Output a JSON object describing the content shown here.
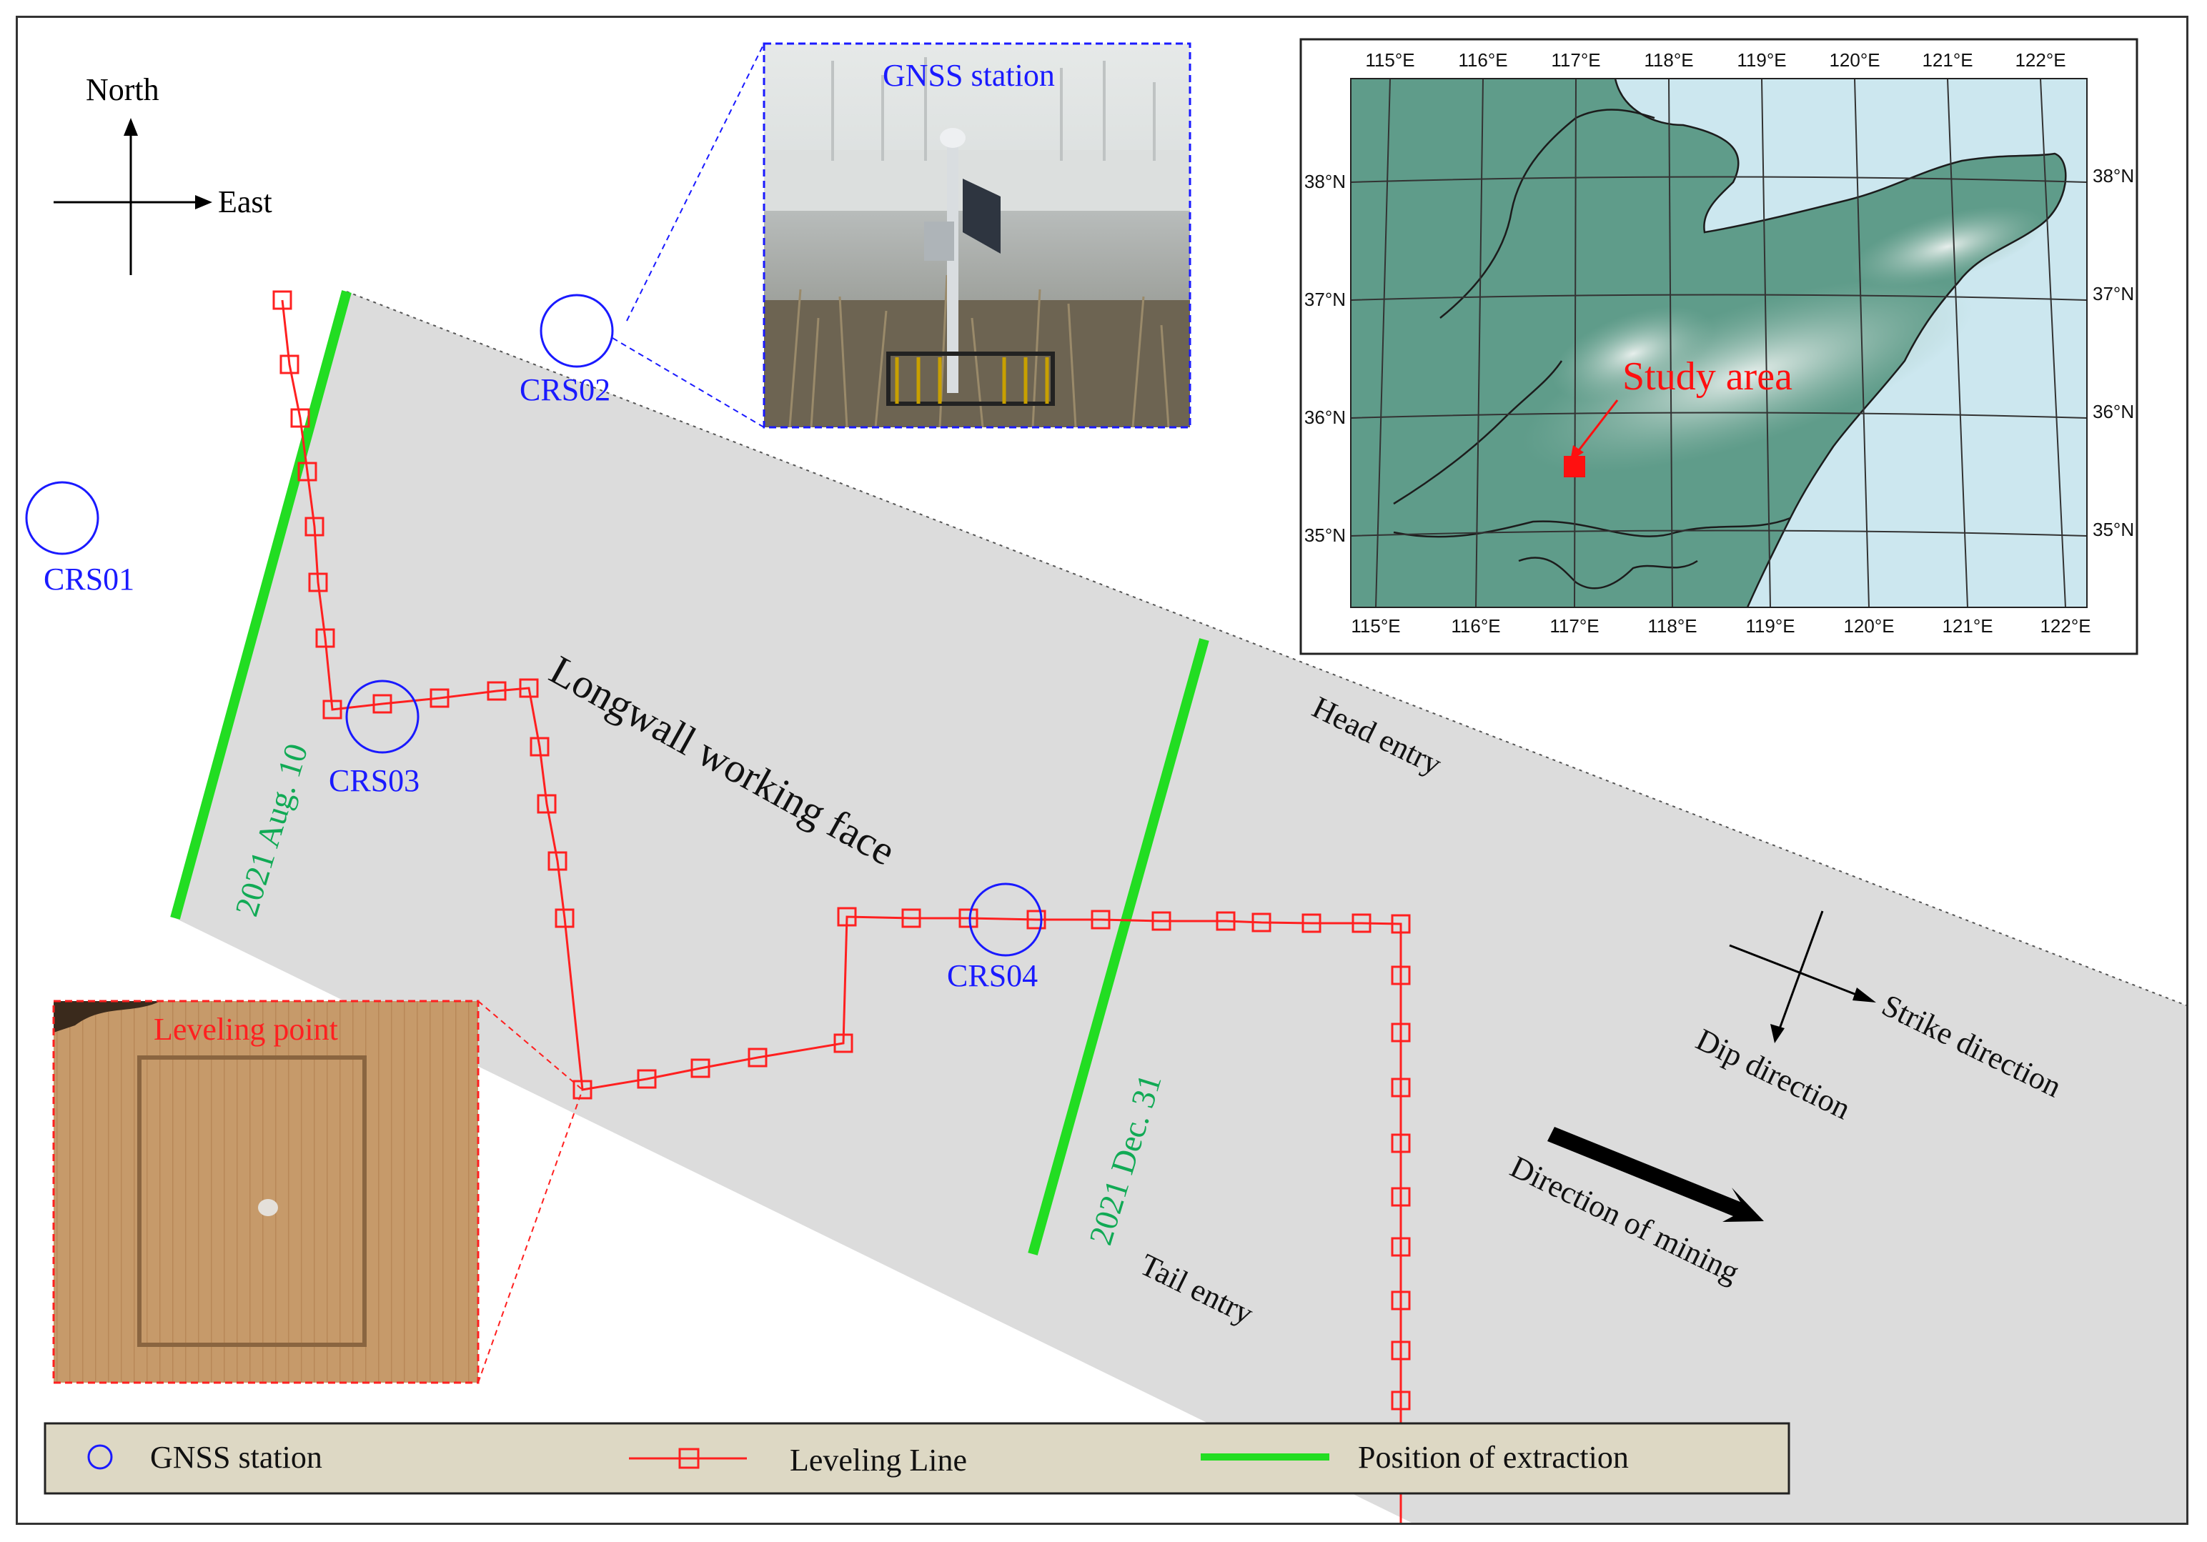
{
  "compass": {
    "north": "North",
    "east": "East"
  },
  "stations": [
    {
      "id": "CRS01",
      "label": "CRS01"
    },
    {
      "id": "CRS02",
      "label": "CRS02"
    },
    {
      "id": "CRS03",
      "label": "CRS03"
    },
    {
      "id": "CRS04",
      "label": "CRS04"
    }
  ],
  "working_face": {
    "title": "Longwall working face",
    "head_entry": "Head entry",
    "tail_entry": "Tail entry",
    "extraction_lines": [
      {
        "label": "2021 Aug. 10"
      },
      {
        "label": "2021 Dec. 31"
      }
    ]
  },
  "directions": {
    "strike": "Strike direction",
    "dip": "Dip direction",
    "mining": "Direction of mining"
  },
  "inset_gnss": {
    "title": "GNSS station"
  },
  "inset_leveling": {
    "title": "Leveling point"
  },
  "regional_map": {
    "study_area_label": "Study area",
    "lon_labels": [
      "115°E",
      "116°E",
      "117°E",
      "118°E",
      "119°E",
      "120°E",
      "121°E",
      "122°E"
    ],
    "lat_labels": [
      "38°N",
      "37°N",
      "36°N",
      "35°N"
    ]
  },
  "legend": {
    "gnss_station": "GNSS station",
    "leveling_line": "Leveling Line",
    "position_of_extraction": "Position of extraction"
  },
  "colors": {
    "gnss": "#1a1aff",
    "leveling": "#ff2020",
    "extraction": "#22dd22",
    "extraction_text": "#11aa55",
    "working_face": "#dcdcdc",
    "legend_bg": "#ddd8c4"
  }
}
